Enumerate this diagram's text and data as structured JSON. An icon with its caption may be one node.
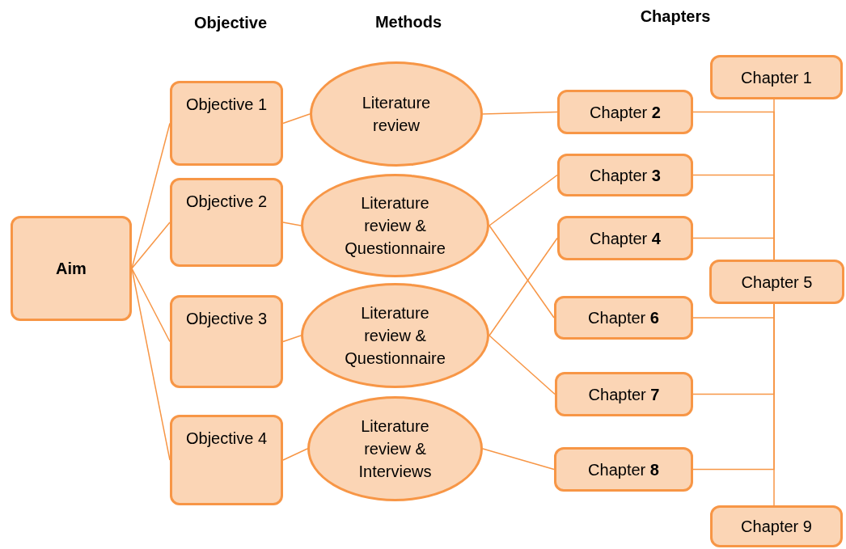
{
  "diagram": {
    "nodes": [
      {
        "text": [
          "Aim"
        ]
      },
      {
        "text": [
          "Objective 1"
        ]
      },
      {
        "text": [
          "Objective 2"
        ]
      },
      {
        "text": [
          "Objective 3"
        ]
      },
      {
        "text": [
          "Objective 4"
        ]
      },
      {
        "text": [
          "Literature review"
        ]
      },
      {
        "text": [
          "Literature review & Questionnaire"
        ]
      },
      {
        "text": [
          "Literature review & Questionnaire"
        ]
      },
      {
        "text": [
          "Literature review & Interviews"
        ]
      },
      {
        "text": [
          "Chapter 1"
        ]
      },
      {
        "text": [
          "Chapter **2**"
        ]
      },
      {
        "text": [
          "Chapter **3**"
        ]
      },
      {
        "text": [
          "Chapter **4**"
        ]
      },
      {
        "text": [
          "Chapter 5"
        ]
      },
      {
        "text": [
          "Chapter **6**"
        ]
      },
      {
        "text": [
          "Chapter **7**"
        ]
      },
      {
        "text": [
          "Chapter **8**"
        ]
      },
      {
        "text": [
          "Chapter 9"
        ]
      }
    ],
    "edges": [
      {
        "from": 0,
        "to": 1,
        "arrow": "none"
      },
      {
        "from": 0,
        "to": 2,
        "arrow": "none"
      },
      {
        "from": 0,
        "to": 3,
        "arrow": "none"
      },
      {
        "from": 0,
        "to": 4,
        "arrow": "none"
      },
      {
        "from": 1,
        "to": 5,
        "arrow": "none"
      },
      {
        "from": 2,
        "to": 6,
        "arrow": "none"
      },
      {
        "from": 3,
        "to": 7,
        "arrow": "none"
      },
      {
        "from": 4,
        "to": 8,
        "arrow": "none"
      },
      {
        "from": 5,
        "to": 10,
        "arrow": "none"
      },
      {
        "from": 6,
        "to": 11,
        "arrow": "none"
      },
      {
        "from": 6,
        "to": 14,
        "arrow": "none"
      },
      {
        "from": 7,
        "to": 12,
        "arrow": "none"
      },
      {
        "from": 7,
        "to": 15,
        "arrow": "none"
      },
      {
        "from": 8,
        "to": 16,
        "arrow": "none"
      },
      {
        "from": 9,
        "to": 13,
        "arrow": "none"
      },
      {
        "from": 10,
        "to": 13,
        "arrow": "none"
      },
      {
        "from": 11,
        "to": 13,
        "arrow": "none"
      },
      {
        "from": 12,
        "to": 13,
        "arrow": "none"
      },
      {
        "from": 14,
        "to": 13,
        "arrow": "none"
      },
      {
        "from": 15,
        "to": 13,
        "arrow": "none"
      },
      {
        "from": 16,
        "to": 13,
        "arrow": "none"
      },
      {
        "from": 17,
        "to": 13,
        "arrow": "none"
      }
    ],
    "labels": [
      "Objective",
      "Methods",
      "Chapters"
    ]
  }
}
